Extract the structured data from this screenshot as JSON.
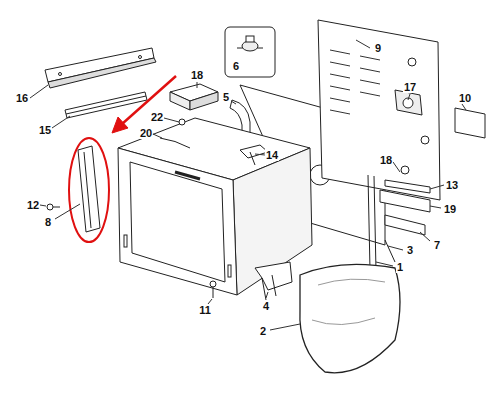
{
  "diagram": {
    "labels": [
      "16",
      "15",
      "18",
      "5",
      "6",
      "9",
      "17",
      "10",
      "22",
      "20",
      "14",
      "8",
      "12",
      "18",
      "13",
      "19",
      "7",
      "3",
      "1",
      "11",
      "4",
      "2"
    ]
  }
}
